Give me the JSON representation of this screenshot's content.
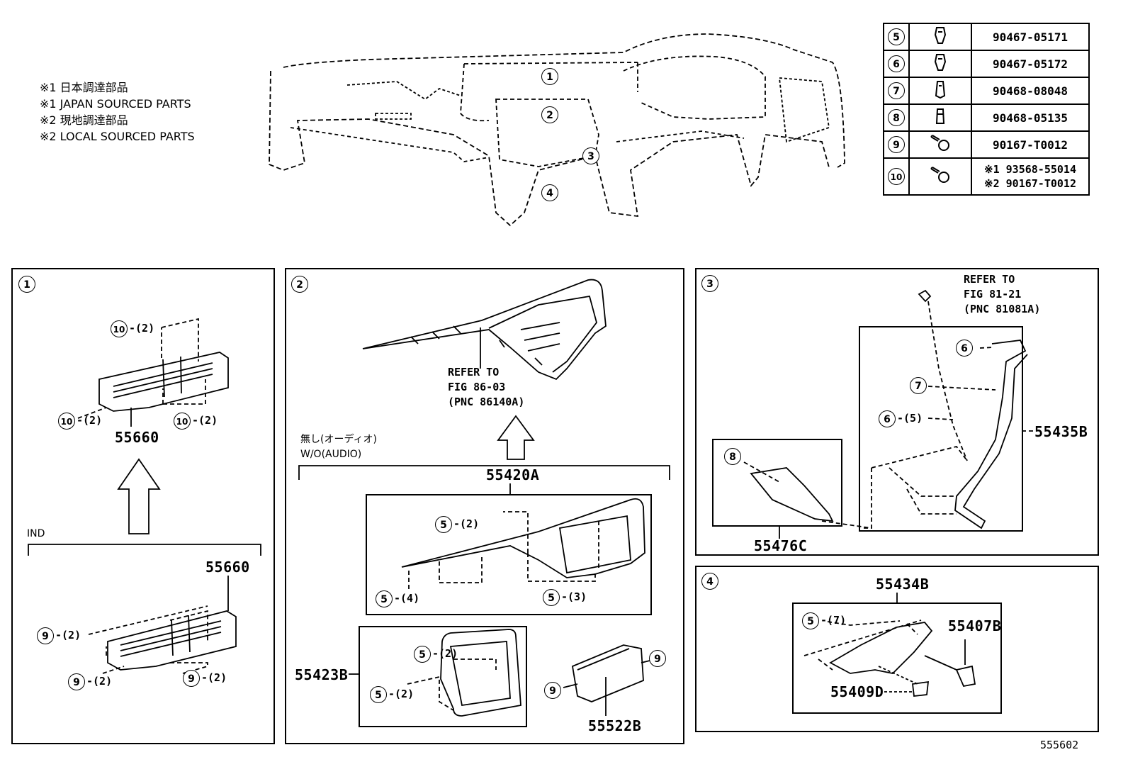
{
  "notes": {
    "line1": "※1 日本調達部品",
    "line2": "※1 JAPAN SOURCED PARTS",
    "line3": "※2 現地調達部品",
    "line4": "※2 LOCAL SOURCED PARTS"
  },
  "overview_callouts": [
    "1",
    "2",
    "3",
    "4"
  ],
  "fasteners": [
    {
      "ref": "5",
      "part": "90467-05171"
    },
    {
      "ref": "6",
      "part": "90467-05172"
    },
    {
      "ref": "7",
      "part": "90468-08048"
    },
    {
      "ref": "8",
      "part": "90468-05135"
    },
    {
      "ref": "9",
      "part": "90167-T0012"
    },
    {
      "ref": "10",
      "part_line1": "※1 93568-55014",
      "part_line2": "※2 90167-T0012"
    }
  ],
  "panel1": {
    "id": "1",
    "upper_part": "55660",
    "callout_a": "10",
    "qty_a": "-(2)",
    "callout_b": "10",
    "qty_b": "-(2)",
    "callout_c": "10",
    "qty_c": "-(2)",
    "variant_label": "IND",
    "lower_part": "55660",
    "callout_d": "9",
    "qty_d": "-(2)",
    "callout_e": "9",
    "qty_e": "-(2)",
    "callout_f": "9",
    "qty_f": "-(2)"
  },
  "panel2": {
    "id": "2",
    "refer_line1": "REFER TO",
    "refer_line2": "FIG 86-03",
    "refer_line3": "(PNC 86140A)",
    "variant_jp": "無し(オーディオ)",
    "variant_en": "W/O(AUDIO)",
    "main_part": "55420A",
    "c1": "5",
    "q1": "-(2)",
    "c2": "5",
    "q2": "-(4)",
    "c3": "5",
    "q3": "-(3)",
    "sub_part": "55423B",
    "c4": "5",
    "q4": "-(2)",
    "c5": "5",
    "q5": "-(2)",
    "bracket_part": "55522B",
    "c6": "9",
    "c7": "9"
  },
  "panel3": {
    "id": "3",
    "refer_line1": "REFER TO",
    "refer_line2": "FIG 81-21",
    "refer_line3": "(PNC 81081A)",
    "c6": "6",
    "c7": "7",
    "c6b": "6",
    "q6b": "-(5)",
    "c8": "8",
    "right_part": "55435B",
    "left_part": "55476C"
  },
  "panel4": {
    "id": "4",
    "top_part": "55434B",
    "c5": "5",
    "q5": "-(7)",
    "part_a": "55407B",
    "part_b": "55409D"
  },
  "figure_number": "555602"
}
